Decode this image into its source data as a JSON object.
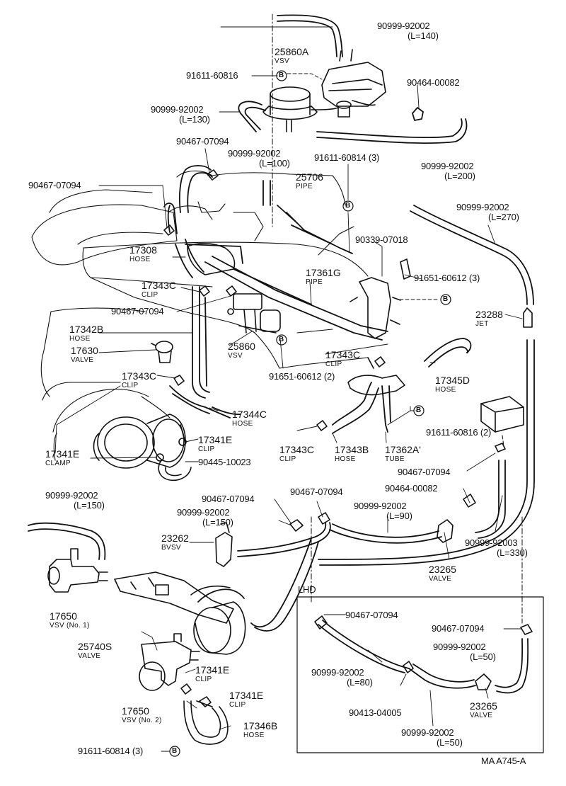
{
  "labels": [
    {
      "id": "l01",
      "text": "90999-92002",
      "sub": "(L=140)"
    },
    {
      "id": "l02",
      "text": "25860A",
      "sub": "VSV"
    },
    {
      "id": "l03",
      "text": "91611-60816",
      "sub": ""
    },
    {
      "id": "l04",
      "text": "90464-00082",
      "sub": ""
    },
    {
      "id": "l05",
      "text": "90999-92002",
      "sub": "(L=130)"
    },
    {
      "id": "l06",
      "text": "90467-07094",
      "sub": ""
    },
    {
      "id": "l07",
      "text": "90999-92002",
      "sub": "(L=100)"
    },
    {
      "id": "l08",
      "text": "91611-60814 (3)",
      "sub": ""
    },
    {
      "id": "l09",
      "text": "90999-92002",
      "sub": "(L=200)"
    },
    {
      "id": "l10",
      "text": "90467-07094",
      "sub": ""
    },
    {
      "id": "l11",
      "text": "25706",
      "sub": "PIPE"
    },
    {
      "id": "l12",
      "text": "90999-92002",
      "sub": "(L=270)"
    },
    {
      "id": "l13",
      "text": "17308",
      "sub": "HOSE"
    },
    {
      "id": "l14",
      "text": "90339-07018",
      "sub": ""
    },
    {
      "id": "l15",
      "text": "17343C",
      "sub": "CLIP"
    },
    {
      "id": "l16",
      "text": "17361G",
      "sub": "PIPE"
    },
    {
      "id": "l17",
      "text": "91651-60612 (3)",
      "sub": ""
    },
    {
      "id": "l18",
      "text": "90467-07094",
      "sub": ""
    },
    {
      "id": "l19",
      "text": "23288",
      "sub": "JET"
    },
    {
      "id": "l20",
      "text": "17342B",
      "sub": "HOSE"
    },
    {
      "id": "l21",
      "text": "17630",
      "sub": "VALVE"
    },
    {
      "id": "l22",
      "text": "25860",
      "sub": "VSV"
    },
    {
      "id": "l23",
      "text": "17343C",
      "sub": "CLIP"
    },
    {
      "id": "l24",
      "text": "17343C",
      "sub": "CLIP"
    },
    {
      "id": "l25",
      "text": "17345D",
      "sub": "HOSE"
    },
    {
      "id": "l26",
      "text": "91651-60612 (2)",
      "sub": ""
    },
    {
      "id": "l27",
      "text": "17344C",
      "sub": "HOSE"
    },
    {
      "id": "l28",
      "text": "91611-60816 (2)",
      "sub": ""
    },
    {
      "id": "l29",
      "text": "17341E",
      "sub": "CLIP"
    },
    {
      "id": "l30",
      "text": "17343C",
      "sub": "CLIP"
    },
    {
      "id": "l31",
      "text": "17343B",
      "sub": "HOSE"
    },
    {
      "id": "l32",
      "text": "17362A'",
      "sub": "TUBE"
    },
    {
      "id": "l33",
      "text": "17341E",
      "sub": "CLAMP"
    },
    {
      "id": "l34",
      "text": "90445-10023",
      "sub": ""
    },
    {
      "id": "l35",
      "text": "90467-07094",
      "sub": ""
    },
    {
      "id": "l36",
      "text": "90999-92002",
      "sub": "(L=150)"
    },
    {
      "id": "l37",
      "text": "90467-07094",
      "sub": ""
    },
    {
      "id": "l38",
      "text": "90467-07094",
      "sub": ""
    },
    {
      "id": "l39",
      "text": "90464-00082",
      "sub": ""
    },
    {
      "id": "l40",
      "text": "90999-92002",
      "sub": "(L=150)"
    },
    {
      "id": "l41",
      "text": "90999-92002",
      "sub": "(L=90)"
    },
    {
      "id": "l42",
      "text": "23262",
      "sub": "BVSV"
    },
    {
      "id": "l43",
      "text": "90999-92003",
      "sub": "(L=330)"
    },
    {
      "id": "l44",
      "text": "23265",
      "sub": "VALVE"
    },
    {
      "id": "l45",
      "text": "17650",
      "sub": "VSV (No. 1)"
    },
    {
      "id": "l46",
      "text": "25740S",
      "sub": "VALVE"
    },
    {
      "id": "l47",
      "text": "90467-07094",
      "sub": ""
    },
    {
      "id": "l48",
      "text": "90467-07094",
      "sub": ""
    },
    {
      "id": "l49",
      "text": "90999-92002",
      "sub": "(L=50)"
    },
    {
      "id": "l50",
      "text": "90999-92002",
      "sub": "(L=80)"
    },
    {
      "id": "l51",
      "text": "17341E",
      "sub": "CLIP"
    },
    {
      "id": "l52",
      "text": "17341E",
      "sub": "CLIP"
    },
    {
      "id": "l53",
      "text": "17650",
      "sub": "VSV (No. 2)"
    },
    {
      "id": "l54",
      "text": "90413-04005",
      "sub": ""
    },
    {
      "id": "l55",
      "text": "23265",
      "sub": "VALVE"
    },
    {
      "id": "l56",
      "text": "17346B",
      "sub": "HOSE"
    },
    {
      "id": "l57",
      "text": "90999-92002",
      "sub": "(L=50)"
    },
    {
      "id": "l58",
      "text": "91611-60814 (3)",
      "sub": ""
    }
  ],
  "b_marker": "B",
  "lhd_label": "LHD",
  "drawing_ref": "MA A745-A"
}
